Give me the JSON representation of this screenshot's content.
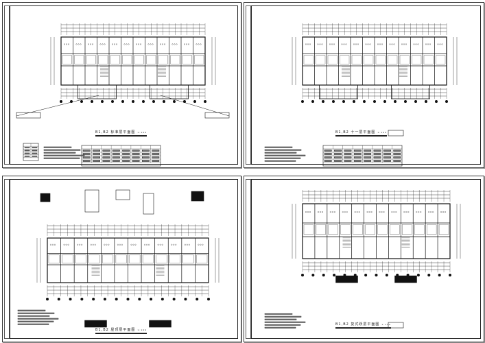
{
  "sheets": [
    {
      "title": "B1,B2 标准层平面图",
      "scale": "1:100",
      "variant": "standard"
    },
    {
      "title": "B1,B2 十一层平面图",
      "scale": "1:100",
      "variant": "eleventh"
    },
    {
      "title": "B1,B2 屋顶层平面图",
      "scale": "1:100",
      "variant": "roof"
    },
    {
      "title": "B1,B2 复式跃层平面图",
      "scale": "1:100",
      "variant": "duplex"
    }
  ]
}
